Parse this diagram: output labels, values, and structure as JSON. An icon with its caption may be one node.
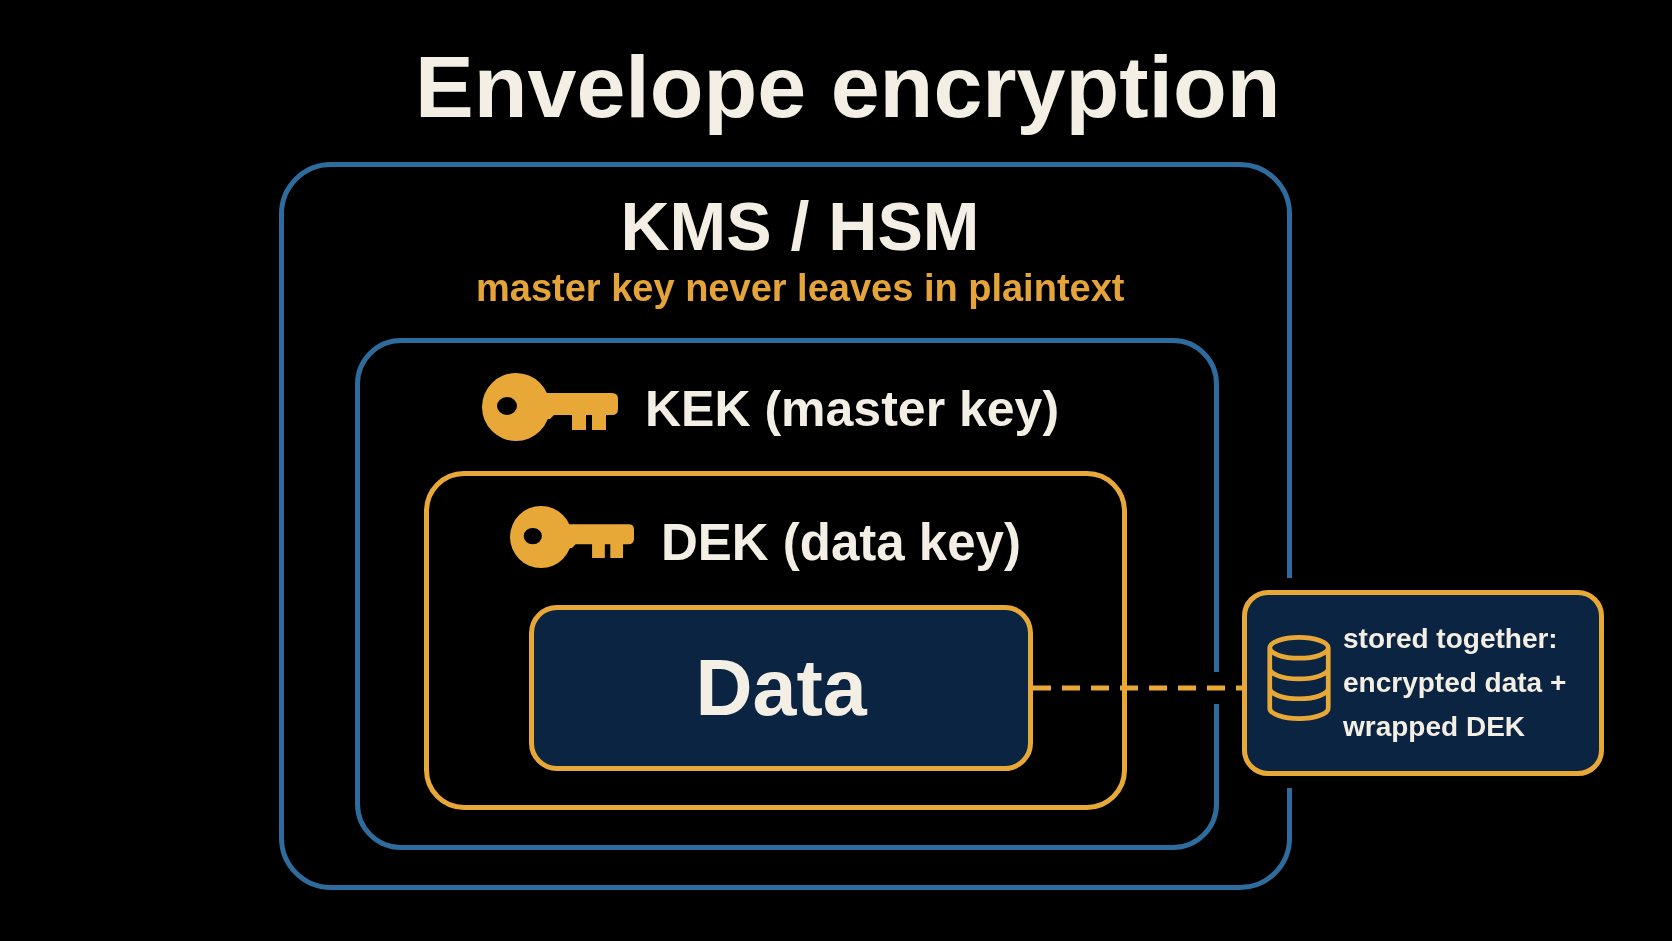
{
  "diagram": {
    "title": "Envelope encryption",
    "nodes": [
      {
        "text": [
          "KMS / HSM",
          "master key never leaves in plaintext"
        ]
      },
      {
        "text": [
          "KEK (master key)"
        ],
        "in": 0
      },
      {
        "text": [
          "DEK (data key)"
        ],
        "in": 1
      },
      {
        "text": [
          "Data"
        ],
        "in": 2
      },
      {
        "text": [
          "stored together: encrypted data + wrapped DEK"
        ]
      }
    ],
    "edges": [
      {
        "from": 3,
        "to": 4,
        "arrow": "none",
        "style": "dashed"
      }
    ]
  }
}
